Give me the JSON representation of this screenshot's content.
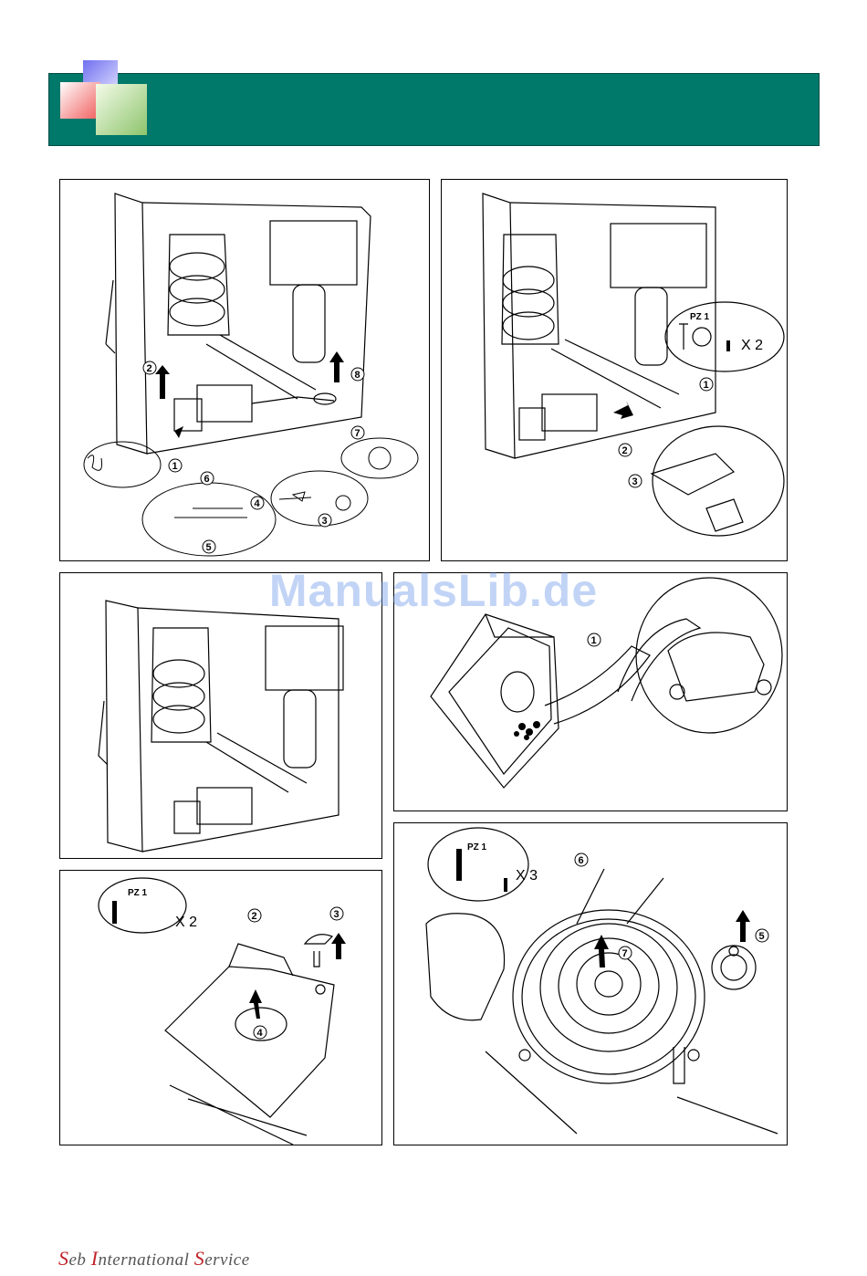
{
  "header": {
    "title": ""
  },
  "watermark": {
    "text": "ManualsLib.de"
  },
  "footer": {
    "s": "S",
    "eb": "eb ",
    "i": "I",
    "nternational": "nternational ",
    "s2": "S",
    "ervice": "ervice"
  },
  "panels": {
    "p1": {
      "callouts": [
        "1",
        "2",
        "3",
        "4",
        "5",
        "6",
        "7",
        "8"
      ]
    },
    "p2": {
      "tool": "PZ 1",
      "qty": "X 2",
      "callouts": [
        "1",
        "2",
        "3"
      ]
    },
    "p4": {
      "callouts": [
        "1"
      ]
    },
    "p5": {
      "tool": "PZ 1",
      "qty": "X 2",
      "callouts": [
        "2",
        "3",
        "4"
      ]
    },
    "p6": {
      "tool": "PZ 1",
      "qty": "X 3",
      "callouts": [
        "5",
        "6",
        "7"
      ]
    }
  },
  "colors": {
    "header": "#00786a",
    "logo_red": "#f0706e",
    "logo_blue": "#9c9cf4",
    "logo_green": "#b8dc9c",
    "footer_red": "#c0242b"
  }
}
